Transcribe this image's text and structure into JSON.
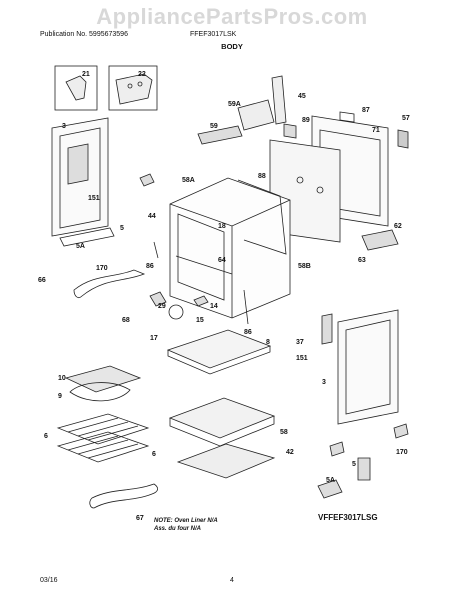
{
  "watermark": "AppliancePartsPros.com",
  "header": {
    "publication_label": "Publication No. 5995673596",
    "model": "FFEF3017LSK",
    "section_title": "BODY"
  },
  "callouts": [
    "21",
    "22",
    "45",
    "59A",
    "87",
    "89",
    "3",
    "59",
    "71",
    "57",
    "151",
    "58A",
    "88",
    "44",
    "5A",
    "5",
    "18",
    "62",
    "170",
    "86",
    "64",
    "58B",
    "63",
    "66",
    "29",
    "14",
    "68",
    "15",
    "86",
    "37",
    "17",
    "8",
    "151",
    "3",
    "10",
    "9",
    "58",
    "6",
    "6",
    "42",
    "170",
    "5",
    "5A",
    "67"
  ],
  "note": {
    "line1": "NOTE: Oven Liner N/A",
    "line2": "Ass. du four N/A"
  },
  "diagram_code": "VFFEF3017LSG",
  "footer": {
    "date": "03/16",
    "page": "4"
  }
}
